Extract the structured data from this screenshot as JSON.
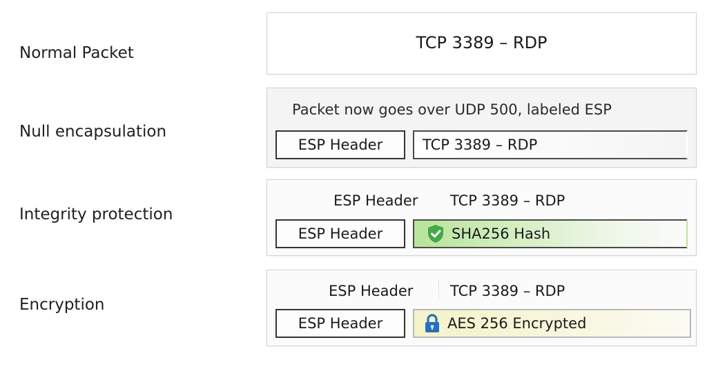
{
  "rows": [
    {
      "label": "Normal Packet",
      "packet_text": "TCP 3389 – RDP"
    },
    {
      "label": "Null encapsulation",
      "caption": "Packet now goes over UDP 500, labeled ESP",
      "esp_header": "ESP Header",
      "payload": "TCP 3389 – RDP"
    },
    {
      "label": "Integrity protection",
      "top_left": "ESP Header",
      "top_right": "TCP 3389 – RDP",
      "esp_header": "ESP Header",
      "payload": "SHA256 Hash",
      "icon": "shield-check-icon"
    },
    {
      "label": "Encryption",
      "top_left": "ESP Header",
      "top_right": "TCP 3389 – RDP",
      "esp_header": "ESP Header",
      "payload": "AES 256 Encrypted",
      "icon": "padlock-icon"
    }
  ],
  "colors": {
    "hash_green": "#b8e49a",
    "shield_green": "#45a845",
    "lock_blue": "#2a6fbf",
    "encrypted_yellow": "#f4f3c9"
  }
}
